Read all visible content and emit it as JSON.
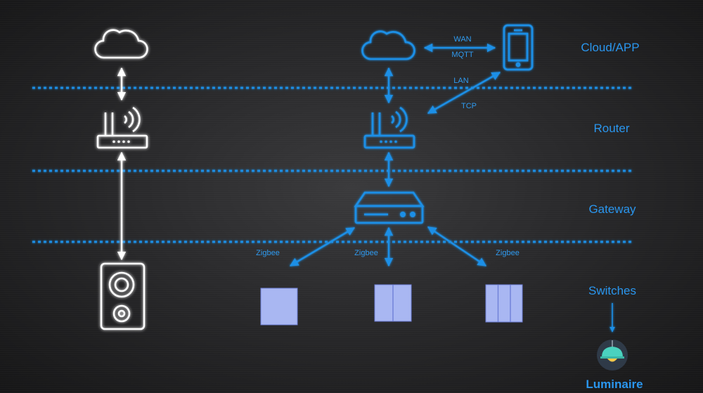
{
  "colors": {
    "accent": "#1e8fe6",
    "white": "#ffffff",
    "switch_fill": "#a9b7f2",
    "switch_line": "#6f80d8",
    "lamp_shade": "#4ad2bf",
    "lamp_circle": "#2f3a48",
    "lamp_light": "#f5c84a"
  },
  "layers": {
    "cloud_app": "Cloud/APP",
    "router": "Router",
    "gateway": "Gateway",
    "switches": "Switches",
    "luminaire": "Luminaire"
  },
  "connections": {
    "wan": "WAN",
    "mqtt": "MQTT",
    "lan": "LAN",
    "tcp": "TCP",
    "zigbee_left": "Zigbee",
    "zigbee_center": "Zigbee",
    "zigbee_right": "Zigbee"
  },
  "icons": {
    "left_cloud": "cloud-icon",
    "left_router": "wifi-router-icon",
    "left_speaker": "speaker-icon",
    "right_cloud": "cloud-icon",
    "phone": "smartphone-icon",
    "right_router": "wifi-router-icon",
    "gateway": "gateway-device-icon",
    "switch_1": "single-gang-switch-icon",
    "switch_2": "double-gang-switch-icon",
    "switch_3": "triple-gang-switch-icon",
    "lamp": "pendant-lamp-icon"
  }
}
